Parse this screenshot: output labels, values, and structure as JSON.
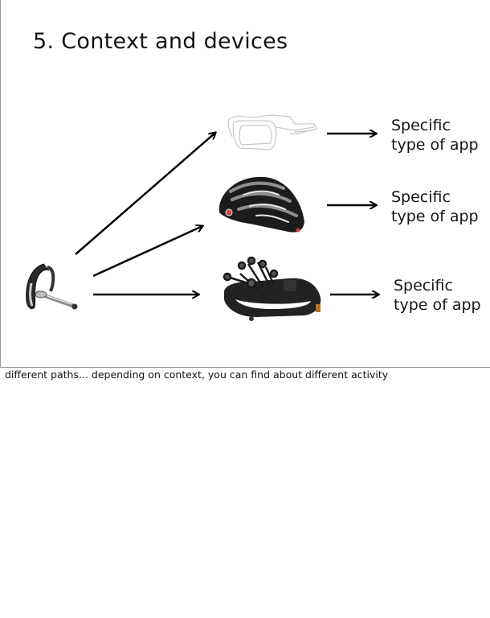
{
  "slide": {
    "title": "5. Context and devices",
    "source_device": {
      "name": "bluetooth-headset",
      "icon": "headset-icon"
    },
    "targets": [
      {
        "device": "sunglasses",
        "icon": "glasses-icon",
        "label": "Specific\ntype of app"
      },
      {
        "device": "bike-helmet",
        "icon": "helmet-icon",
        "label": "Specific\ntype of app"
      },
      {
        "device": "eeg-headset",
        "icon": "eeg-headset-icon",
        "label": "Specific\ntype of app"
      }
    ]
  },
  "notes": {
    "text": "different paths... depending on context, you can find about different activity"
  }
}
